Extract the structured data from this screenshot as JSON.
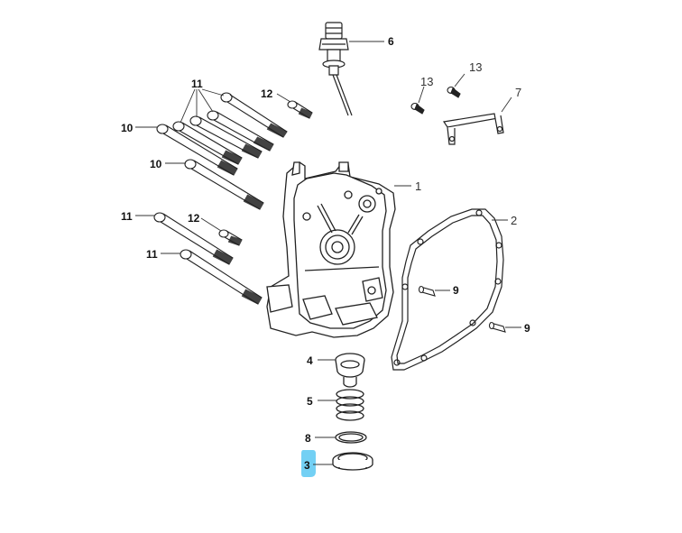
{
  "diagram": {
    "highlight_color": "#5bc8f2",
    "line_color": "#222222",
    "highlighted_callout": "3",
    "callouts": {
      "c1": "1",
      "c2": "2",
      "c3": "3",
      "c4": "4",
      "c5": "5",
      "c6": "6",
      "c7": "7",
      "c8": "8",
      "c9a": "9",
      "c9b": "9",
      "c10a": "10",
      "c10b": "10",
      "c11a": "11",
      "c11b": "11",
      "c11c": "11",
      "c12a": "12",
      "c12b": "12",
      "c13a": "13",
      "c13b": "13"
    }
  }
}
